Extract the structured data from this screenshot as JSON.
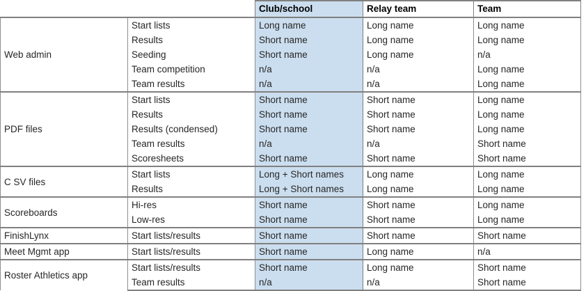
{
  "table": {
    "columns": {
      "group_header": "",
      "kind_header": "",
      "data_headers": [
        "Club/school",
        "Relay team",
        "Team"
      ]
    },
    "highlight_color": "#cbdeef",
    "border_color": "#808080",
    "sections": [
      {
        "group": "Web admin",
        "rows": [
          {
            "kind": "Start lists",
            "club": "Long name",
            "relay": "Long name",
            "team": "Long name"
          },
          {
            "kind": "Results",
            "club": "Short name",
            "relay": "Long name",
            "team": "Long name"
          },
          {
            "kind": "Seeding",
            "club": "Short name",
            "relay": "Long name",
            "team": "n/a"
          },
          {
            "kind": "Team competition",
            "club": "n/a",
            "relay": "n/a",
            "team": "Long name"
          },
          {
            "kind": "Team results",
            "club": "n/a",
            "relay": "n/a",
            "team": "Long name"
          }
        ]
      },
      {
        "group": "PDF files",
        "rows": [
          {
            "kind": "Start lists",
            "club": "Short name",
            "relay": "Short name",
            "team": "Long name"
          },
          {
            "kind": "Results",
            "club": "Short name",
            "relay": "Short name",
            "team": "Long name"
          },
          {
            "kind": "Results (condensed)",
            "club": "Short name",
            "relay": "Short name",
            "team": "Long name"
          },
          {
            "kind": "Team results",
            "club": "n/a",
            "relay": "n/a",
            "team": "Short name"
          },
          {
            "kind": "Scoresheets",
            "club": "Short name",
            "relay": "Short name",
            "team": "Short name"
          }
        ]
      },
      {
        "group": "C SV files",
        "rows": [
          {
            "kind": "Start lists",
            "club": "Long + Short names",
            "relay": "Long name",
            "team": "Long name"
          },
          {
            "kind": "Results",
            "club": "Long + Short names",
            "relay": "Long name",
            "team": "Long name"
          }
        ]
      },
      {
        "group": "Scoreboards",
        "rows": [
          {
            "kind": "Hi-res",
            "club": "Short name",
            "relay": "Short name",
            "team": "Long name"
          },
          {
            "kind": "Low-res",
            "club": "Short name",
            "relay": "Short name",
            "team": "Long name"
          }
        ]
      },
      {
        "group": "FinishLynx",
        "rows": [
          {
            "kind": "Start lists/results",
            "club": "Short name",
            "relay": "Short name",
            "team": "Short name"
          }
        ]
      },
      {
        "group": "Meet Mgmt app",
        "rows": [
          {
            "kind": "Start lists/results",
            "club": "Short name",
            "relay": "Long name",
            "team": "n/a"
          }
        ]
      },
      {
        "group": "Roster Athletics app",
        "rows": [
          {
            "kind": "Start lists/results",
            "club": "Short name",
            "relay": "Long name",
            "team": "Short name"
          },
          {
            "kind": "Team results",
            "club": "n/a",
            "relay": "n/a",
            "team": "Short name"
          }
        ]
      }
    ]
  }
}
